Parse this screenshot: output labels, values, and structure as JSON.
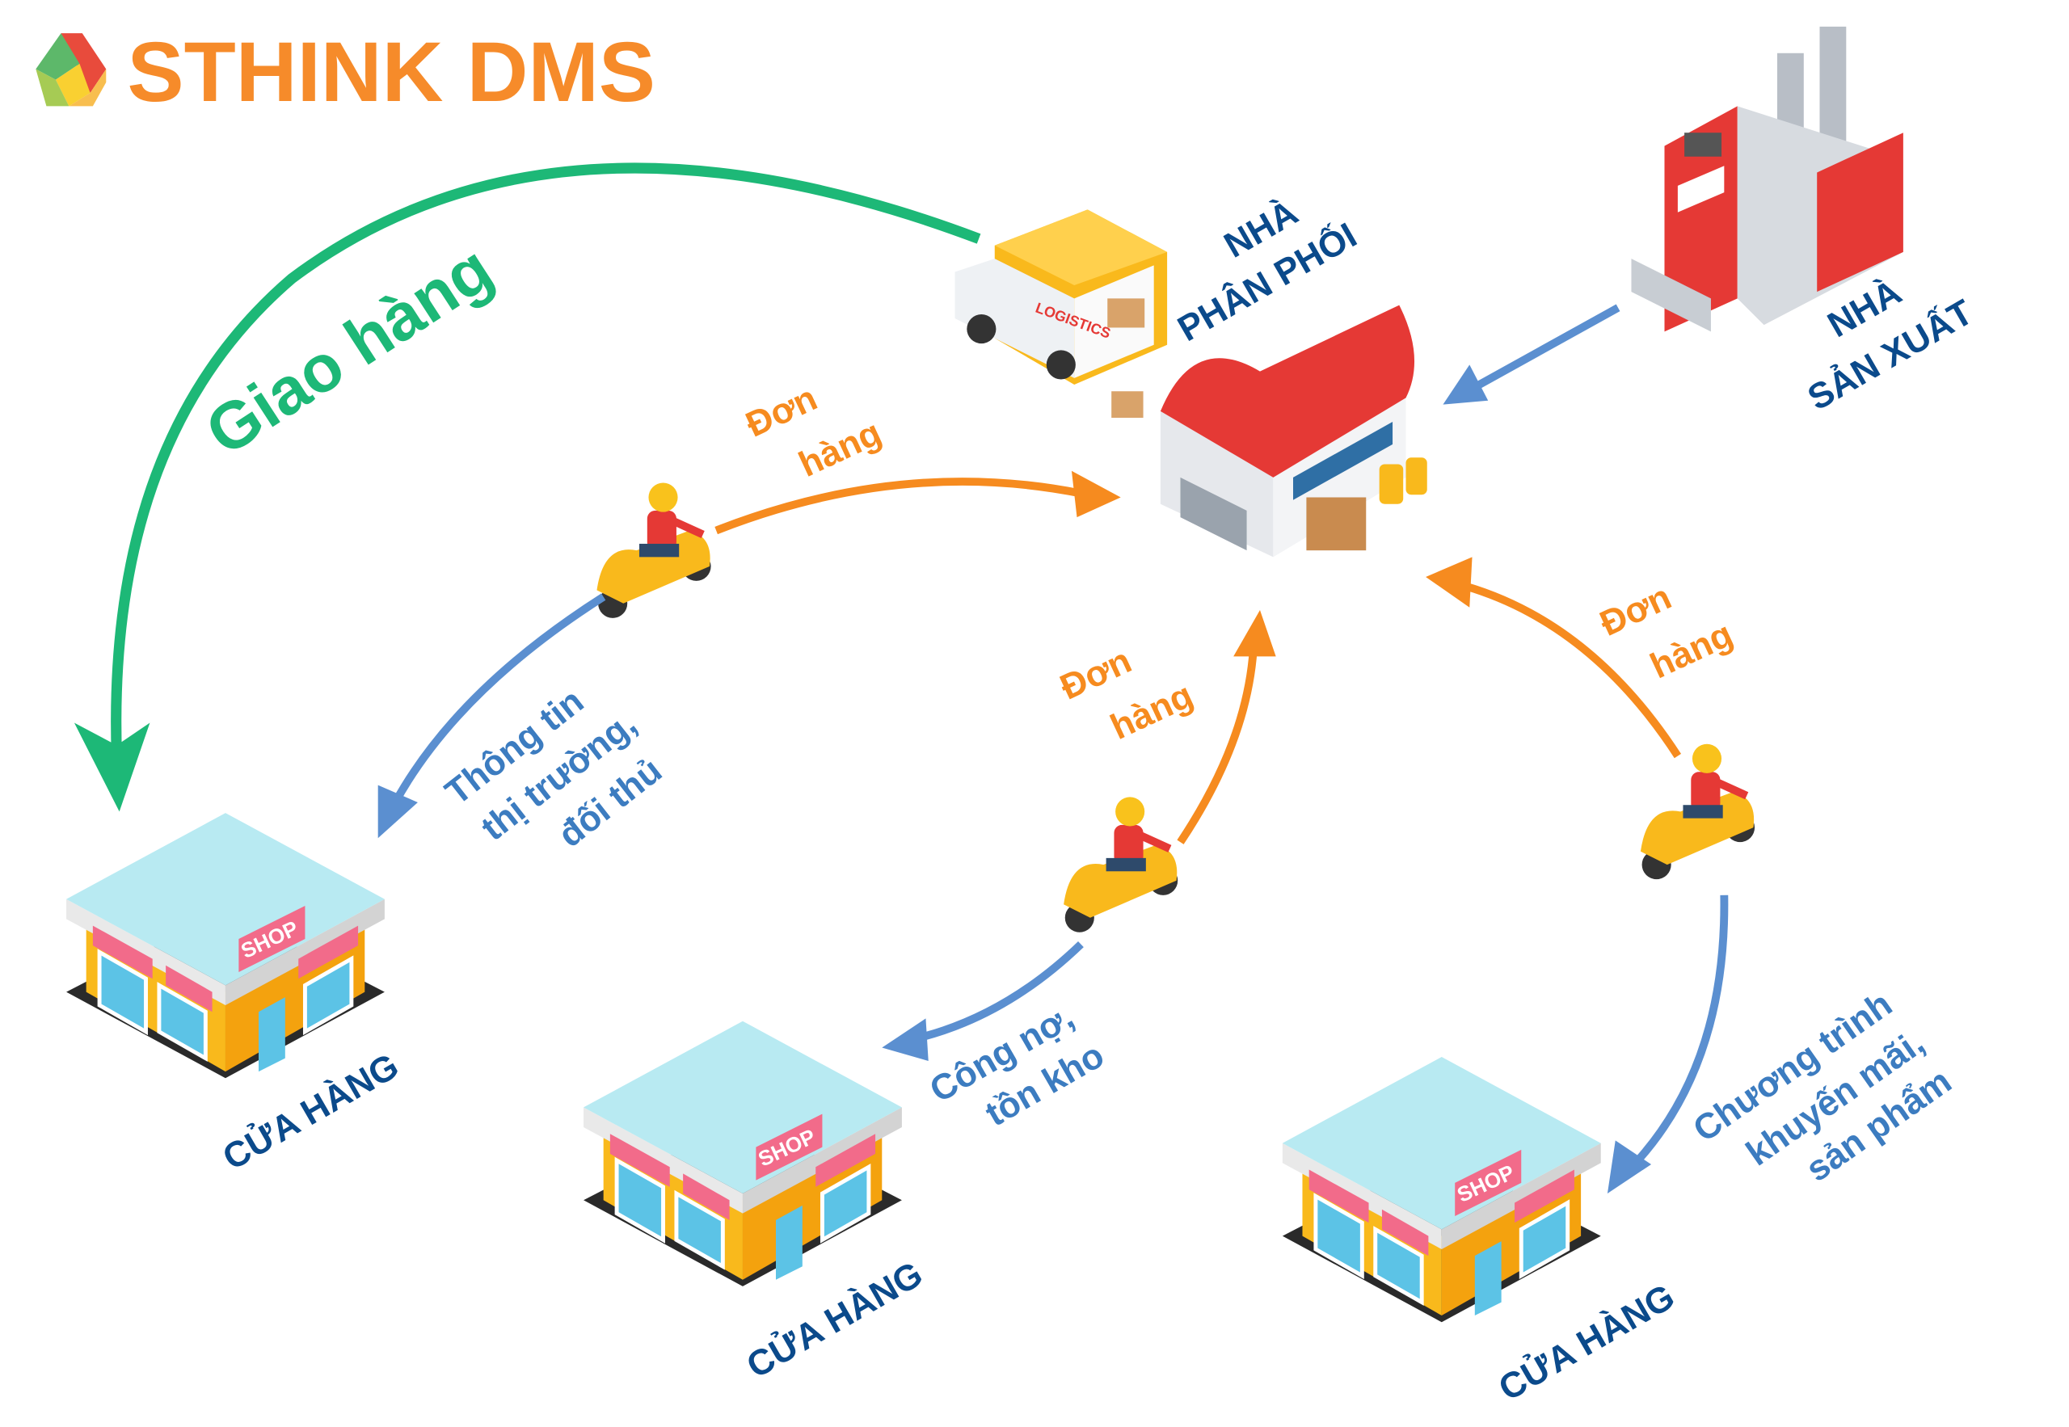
{
  "brand": {
    "name": "STHINK DMS",
    "color": "#F68B2A"
  },
  "nodes": {
    "distributor": {
      "line1": "NHÀ",
      "line2": "PHÂN PHỐI"
    },
    "manufacturer": {
      "line1": "NHÀ",
      "line2": "SẢN XUẤT"
    },
    "store_1": {
      "label": "CỬA HÀNG",
      "sign": "SHOP"
    },
    "store_2": {
      "label": "CỬA HÀNG",
      "sign": "SHOP"
    },
    "store_3": {
      "label": "CỬA HÀNG",
      "sign": "SHOP"
    },
    "truck": {
      "sign": "LOGISTICS"
    }
  },
  "flows": {
    "delivery": {
      "label": "Giao hàng",
      "color": "#1DB877"
    },
    "order_1": {
      "line1": "Đơn",
      "line2": "hàng",
      "color": "#F68B1F"
    },
    "order_2": {
      "line1": "Đơn",
      "line2": "hàng",
      "color": "#F68B1F"
    },
    "order_3": {
      "line1": "Đơn",
      "line2": "hàng",
      "color": "#F68B1F"
    },
    "info_market": {
      "line1": "Thông tin",
      "line2": "thị trường,",
      "line3": "đối thủ",
      "color": "#5B8FD0"
    },
    "debt_stock": {
      "line1": "Công nợ,",
      "line2": "tồn kho",
      "color": "#5B8FD0"
    },
    "promotion": {
      "line1": "Chương trình",
      "line2": "khuyến mãi,",
      "line3": "sản phẩm",
      "color": "#5B8FD0"
    },
    "supply": {
      "color": "#5B8FD0"
    }
  }
}
